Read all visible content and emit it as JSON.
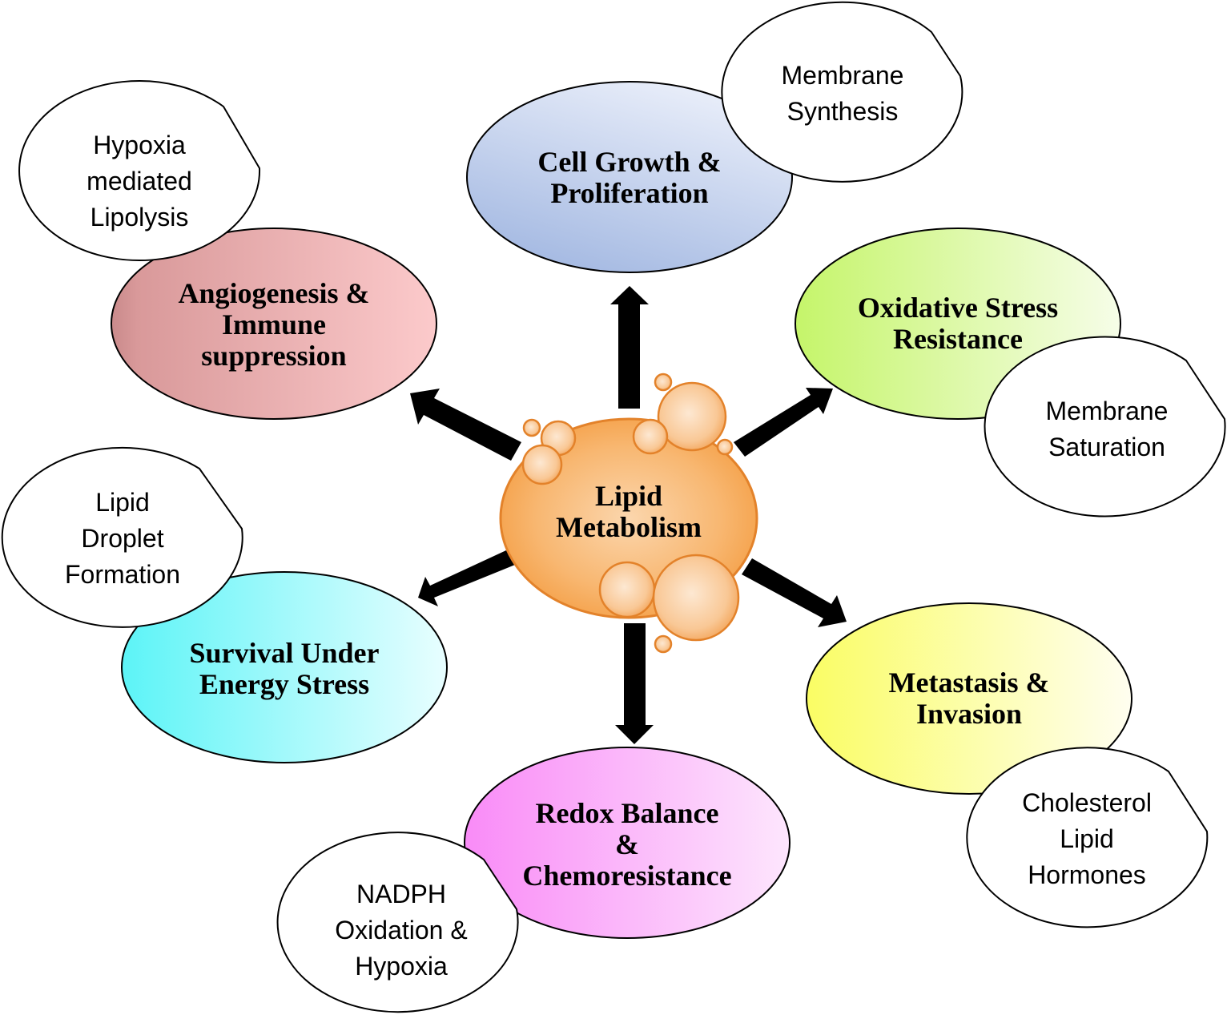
{
  "center": {
    "label": "Lipid\nMetabolism"
  },
  "outcomes": [
    {
      "id": "cell-growth",
      "label": "Cell Growth &\nProliferation",
      "color_from": "#a4b9e2",
      "color_to": "#edf1fb"
    },
    {
      "id": "oxidative-stress",
      "label": "Oxidative Stress\nResistance",
      "color_from": "#c5f56a",
      "color_to": "#f6fde8"
    },
    {
      "id": "metastasis",
      "label": "Metastasis &\nInvasion",
      "color_from": "#fafd64",
      "color_to": "#fffef0"
    },
    {
      "id": "redox-balance",
      "label": "Redox Balance\n&\nChemoresistance",
      "color_from": "#f98bf7",
      "color_to": "#fde6fd"
    },
    {
      "id": "survival",
      "label": "Survival Under\nEnergy Stress",
      "color_from": "#5cf4f7",
      "color_to": "#e8feff"
    },
    {
      "id": "angiogenesis",
      "label": "Angiogenesis &\nImmune\nsuppression",
      "color_from": "#d9999a",
      "color_to": "#fccacb"
    }
  ],
  "callouts": [
    {
      "id": "membrane-synthesis",
      "text": "Membrane\nSynthesis"
    },
    {
      "id": "membrane-saturation",
      "text": "Membrane\nSaturation"
    },
    {
      "id": "cholesterol",
      "text": "Cholesterol\nLipid\nHormones"
    },
    {
      "id": "nadph",
      "text": "NADPH\nOxidation &\nHypoxia"
    },
    {
      "id": "lipid-droplet",
      "text": "Lipid\nDroplet\nFormation"
    },
    {
      "id": "hypoxia-lipolysis",
      "text": "Hypoxia\nmediated\nLipolysis"
    }
  ],
  "colors": {
    "center_fill": "#f7b068",
    "center_stroke": "#e3822a",
    "arrow": "#000000",
    "outline": "#000000"
  }
}
